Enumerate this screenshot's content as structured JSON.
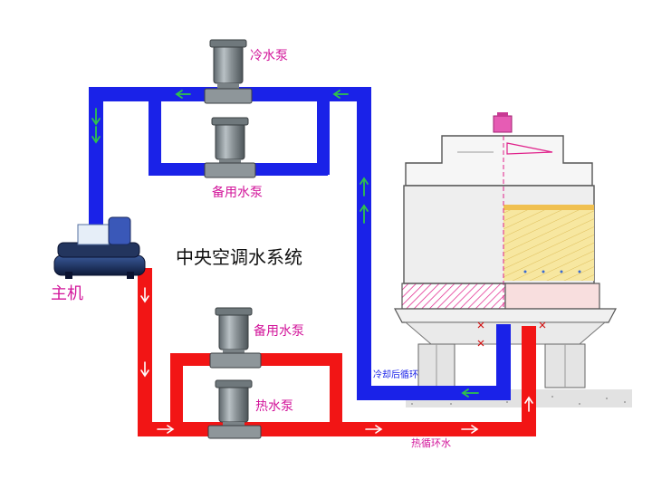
{
  "diagram": {
    "title": "中央空调水系统",
    "labels": {
      "host": "主机",
      "cold_pump": "冷水泵",
      "backup_cold_pump": "备用水泵",
      "backup_hot_pump": "备用水泵",
      "hot_pump": "热水泵",
      "cooled_return": "冷却后循环",
      "hot_return": "热循环水"
    },
    "colors": {
      "cold_pipe": "#1a22e8",
      "hot_pipe": "#f21515",
      "flow_arrow": "#2fc34a",
      "label_pink": "#d2149a",
      "pump_gray": "#8a9296",
      "tower_gray": "#c8c8c8",
      "hatch_pink": "#e0208a",
      "fill_yellow": "#f7e7a0"
    }
  }
}
